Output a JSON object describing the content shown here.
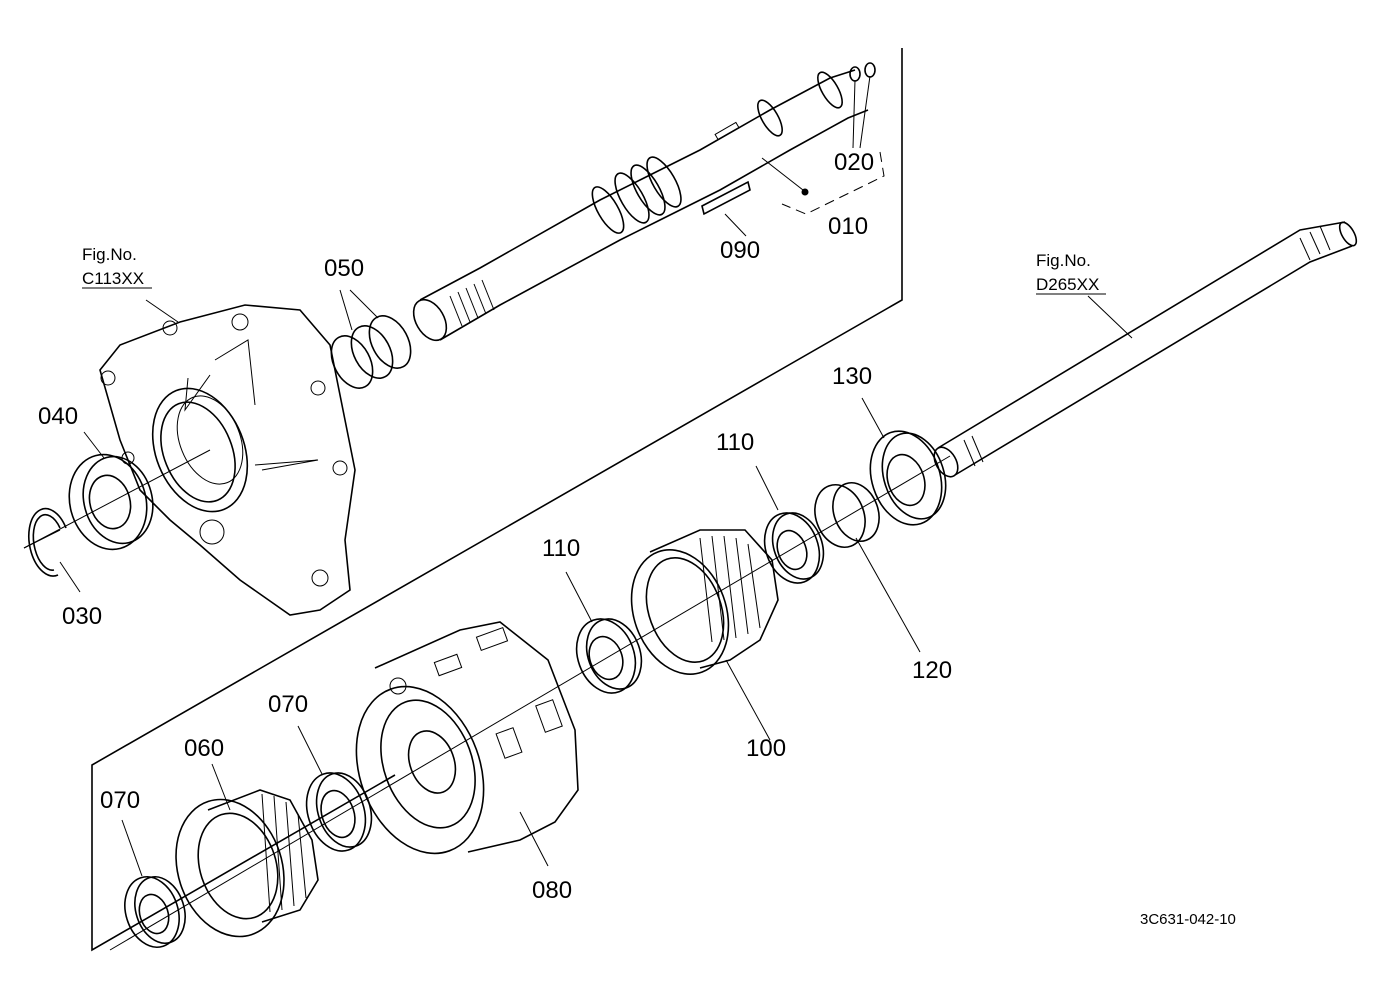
{
  "figure_refs": [
    {
      "caption": "Fig.No.",
      "code": "C113XX"
    },
    {
      "caption": "Fig.No.",
      "code": "D265XX"
    }
  ],
  "part_labels": [
    "010",
    "020",
    "030",
    "040",
    "050",
    "060",
    "070",
    "070",
    "080",
    "090",
    "100",
    "110",
    "110",
    "120",
    "130"
  ],
  "drawing_code": "3C631-042-10"
}
